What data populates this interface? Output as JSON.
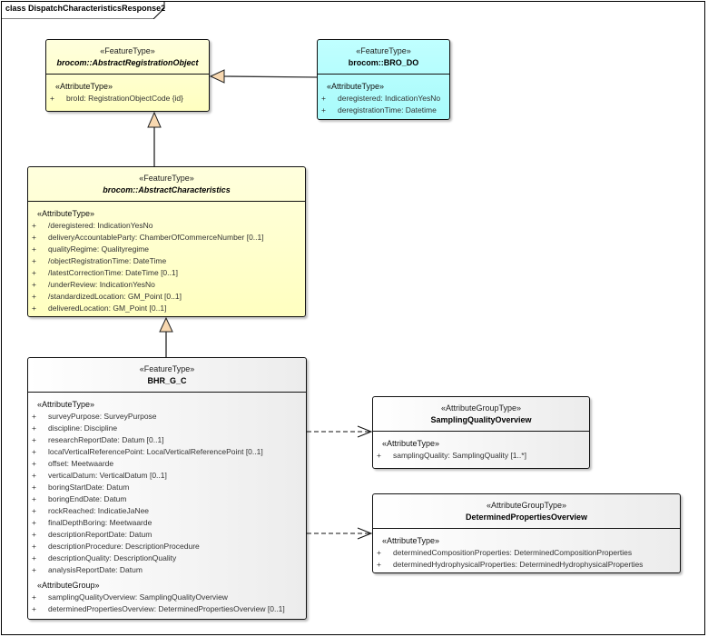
{
  "frame": {
    "title": "class DispatchCharacteristicsResponse2"
  },
  "colors": {
    "abstract_fill": "#ffffcc",
    "bro_do_fill": "#b3ffff",
    "plain_fill": "#eeeeee",
    "generalization_arrow_fill": "#f8d8b0"
  },
  "classes": [
    {
      "id": "aro",
      "stereotype": "«FeatureType»",
      "name": "brocom::AbstractRegistrationObject",
      "italic": true,
      "fill": "abstract",
      "compartments": [
        {
          "stereotype": "«AttributeType»",
          "attributes": [
            {
              "vis": "+",
              "text": "broId: RegistrationObjectCode {id}"
            }
          ]
        }
      ]
    },
    {
      "id": "brodo",
      "stereotype": "«FeatureType»",
      "name": "brocom::BRO_DO",
      "italic": false,
      "fill": "bro_do",
      "compartments": [
        {
          "stereotype": "«AttributeType»",
          "attributes": [
            {
              "vis": "+",
              "text": "deregistered: IndicationYesNo"
            },
            {
              "vis": "+",
              "text": "deregistrationTime: Datetime"
            }
          ]
        }
      ]
    },
    {
      "id": "ac",
      "stereotype": "«FeatureType»",
      "name": "brocom::AbstractCharacteristics",
      "italic": true,
      "fill": "abstract",
      "compartments": [
        {
          "stereotype": "«AttributeType»",
          "attributes": [
            {
              "vis": "+",
              "text": "/deregistered: IndicationYesNo"
            },
            {
              "vis": "+",
              "text": "deliveryAccountableParty: ChamberOfCommerceNumber [0..1]"
            },
            {
              "vis": "+",
              "text": "qualityRegime: Qualityregime"
            },
            {
              "vis": "+",
              "text": "/objectRegistrationTime: DateTime"
            },
            {
              "vis": "+",
              "text": "/latestCorrectionTime: DateTime [0..1]"
            },
            {
              "vis": "+",
              "text": "/underReview: IndicationYesNo"
            },
            {
              "vis": "+",
              "text": "/standardizedLocation: GM_Point [0..1]"
            },
            {
              "vis": "+",
              "text": "deliveredLocation: GM_Point [0..1]"
            }
          ]
        }
      ]
    },
    {
      "id": "bhr",
      "stereotype": "«FeatureType»",
      "name": "BHR_G_C",
      "italic": false,
      "fill": "plain",
      "compartments": [
        {
          "stereotype": "«AttributeType»",
          "attributes": [
            {
              "vis": "+",
              "text": "surveyPurpose: SurveyPurpose"
            },
            {
              "vis": "+",
              "text": "discipline: Discipline"
            },
            {
              "vis": "+",
              "text": "researchReportDate: Datum [0..1]"
            },
            {
              "vis": "+",
              "text": "localVerticalReferencePoint: LocalVerticalReferencePoint [0..1]"
            },
            {
              "vis": "+",
              "text": "offset: Meetwaarde"
            },
            {
              "vis": "+",
              "text": "verticalDatum: VerticalDatum [0..1]"
            },
            {
              "vis": "+",
              "text": "boringStartDate: Datum"
            },
            {
              "vis": "+",
              "text": "boringEndDate: Datum"
            },
            {
              "vis": "+",
              "text": "rockReached: IndicatieJaNee"
            },
            {
              "vis": "+",
              "text": "finalDepthBoring: Meetwaarde"
            },
            {
              "vis": "+",
              "text": "descriptionReportDate: Datum"
            },
            {
              "vis": "+",
              "text": "descriptionProcedure: DescriptionProcedure"
            },
            {
              "vis": "+",
              "text": "descriptionQuality: DescriptionQuality"
            },
            {
              "vis": "+",
              "text": "analysisReportDate: Datum"
            }
          ]
        },
        {
          "stereotype": "«AttributeGroup»",
          "attributes": [
            {
              "vis": "+",
              "text": "samplingQualityOverview: SamplingQualityOverview"
            },
            {
              "vis": "+",
              "text": "determinedPropertiesOverview: DeterminedPropertiesOverview [0..1]"
            }
          ]
        }
      ]
    },
    {
      "id": "sqo",
      "stereotype": "«AttributeGroupType»",
      "name": "SamplingQualityOverview",
      "italic": false,
      "fill": "plain",
      "compartments": [
        {
          "stereotype": "«AttributeType»",
          "attributes": [
            {
              "vis": "+",
              "text": "samplingQuality: SamplingQuality [1..*]"
            }
          ]
        }
      ]
    },
    {
      "id": "dpo",
      "stereotype": "«AttributeGroupType»",
      "name": "DeterminedPropertiesOverview",
      "italic": false,
      "fill": "plain",
      "compartments": [
        {
          "stereotype": "«AttributeType»",
          "attributes": [
            {
              "vis": "+",
              "text": "determinedCompositionProperties: DeterminedCompositionProperties"
            },
            {
              "vis": "+",
              "text": "determinedHydrophysicalProperties: DeterminedHydrophysicalProperties"
            }
          ]
        }
      ]
    }
  ],
  "relations": [
    {
      "type": "generalization",
      "from": "brodo",
      "to": "aro"
    },
    {
      "type": "generalization",
      "from": "ac",
      "to": "aro"
    },
    {
      "type": "generalization",
      "from": "bhr",
      "to": "ac"
    },
    {
      "type": "dependency",
      "from": "bhr",
      "to": "sqo"
    },
    {
      "type": "dependency",
      "from": "bhr",
      "to": "dpo"
    }
  ]
}
